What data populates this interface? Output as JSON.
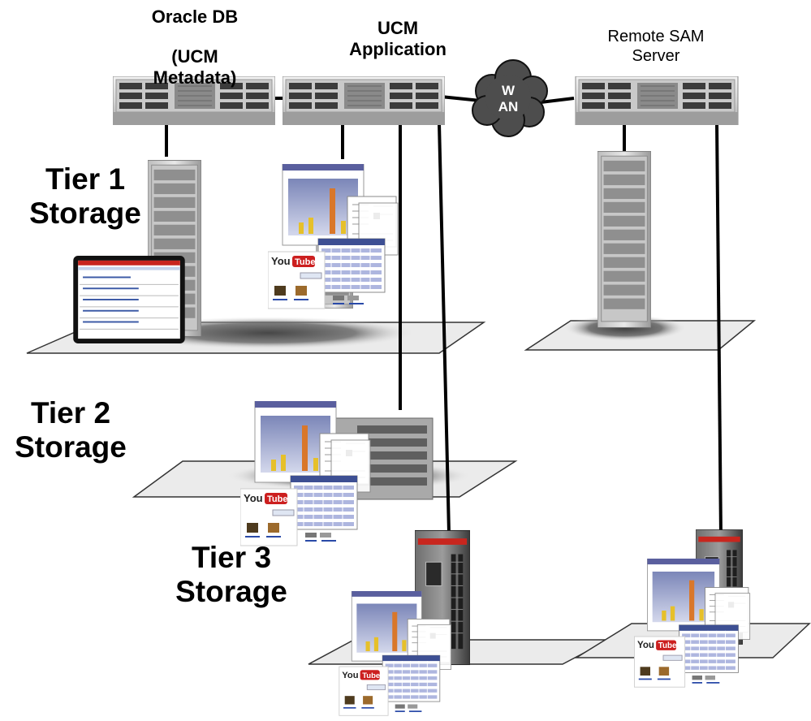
{
  "labels": {
    "oracle_db": "Oracle DB",
    "ucm_metadata": "(UCM\nMetadata)",
    "ucm_application": "UCM\nApplication",
    "remote_sam": "Remote SAM\nServer",
    "wan": "W\nAN",
    "tier1": "Tier 1\nStorage",
    "tier2": "Tier 2\nStorage",
    "tier3": "Tier 3\nStorage"
  },
  "icons": {
    "database_server": "rack-server-icon",
    "app_server": "rack-server-icon",
    "remote_server": "rack-server-icon",
    "wan_cloud": "cloud-icon",
    "tier1_array": "disk-array-icon",
    "tier2_array": "disk-array-icon",
    "tier3_library": "tape-library-icon",
    "remote_library": "tape-library-icon",
    "laptop": "laptop-icon",
    "content_stack": "content-documents-icon"
  },
  "embedded_text": {
    "youtube_logo": "YouTube"
  },
  "colors": {
    "line": "#000000",
    "cloud": "#4a4a4a",
    "chassis": "#d8d8d8",
    "platform": "#e6e6e6",
    "oracle_red": "#c8261e",
    "chart_bar_orange": "#d9772a",
    "chart_bar_yellow": "#e6c02a"
  }
}
